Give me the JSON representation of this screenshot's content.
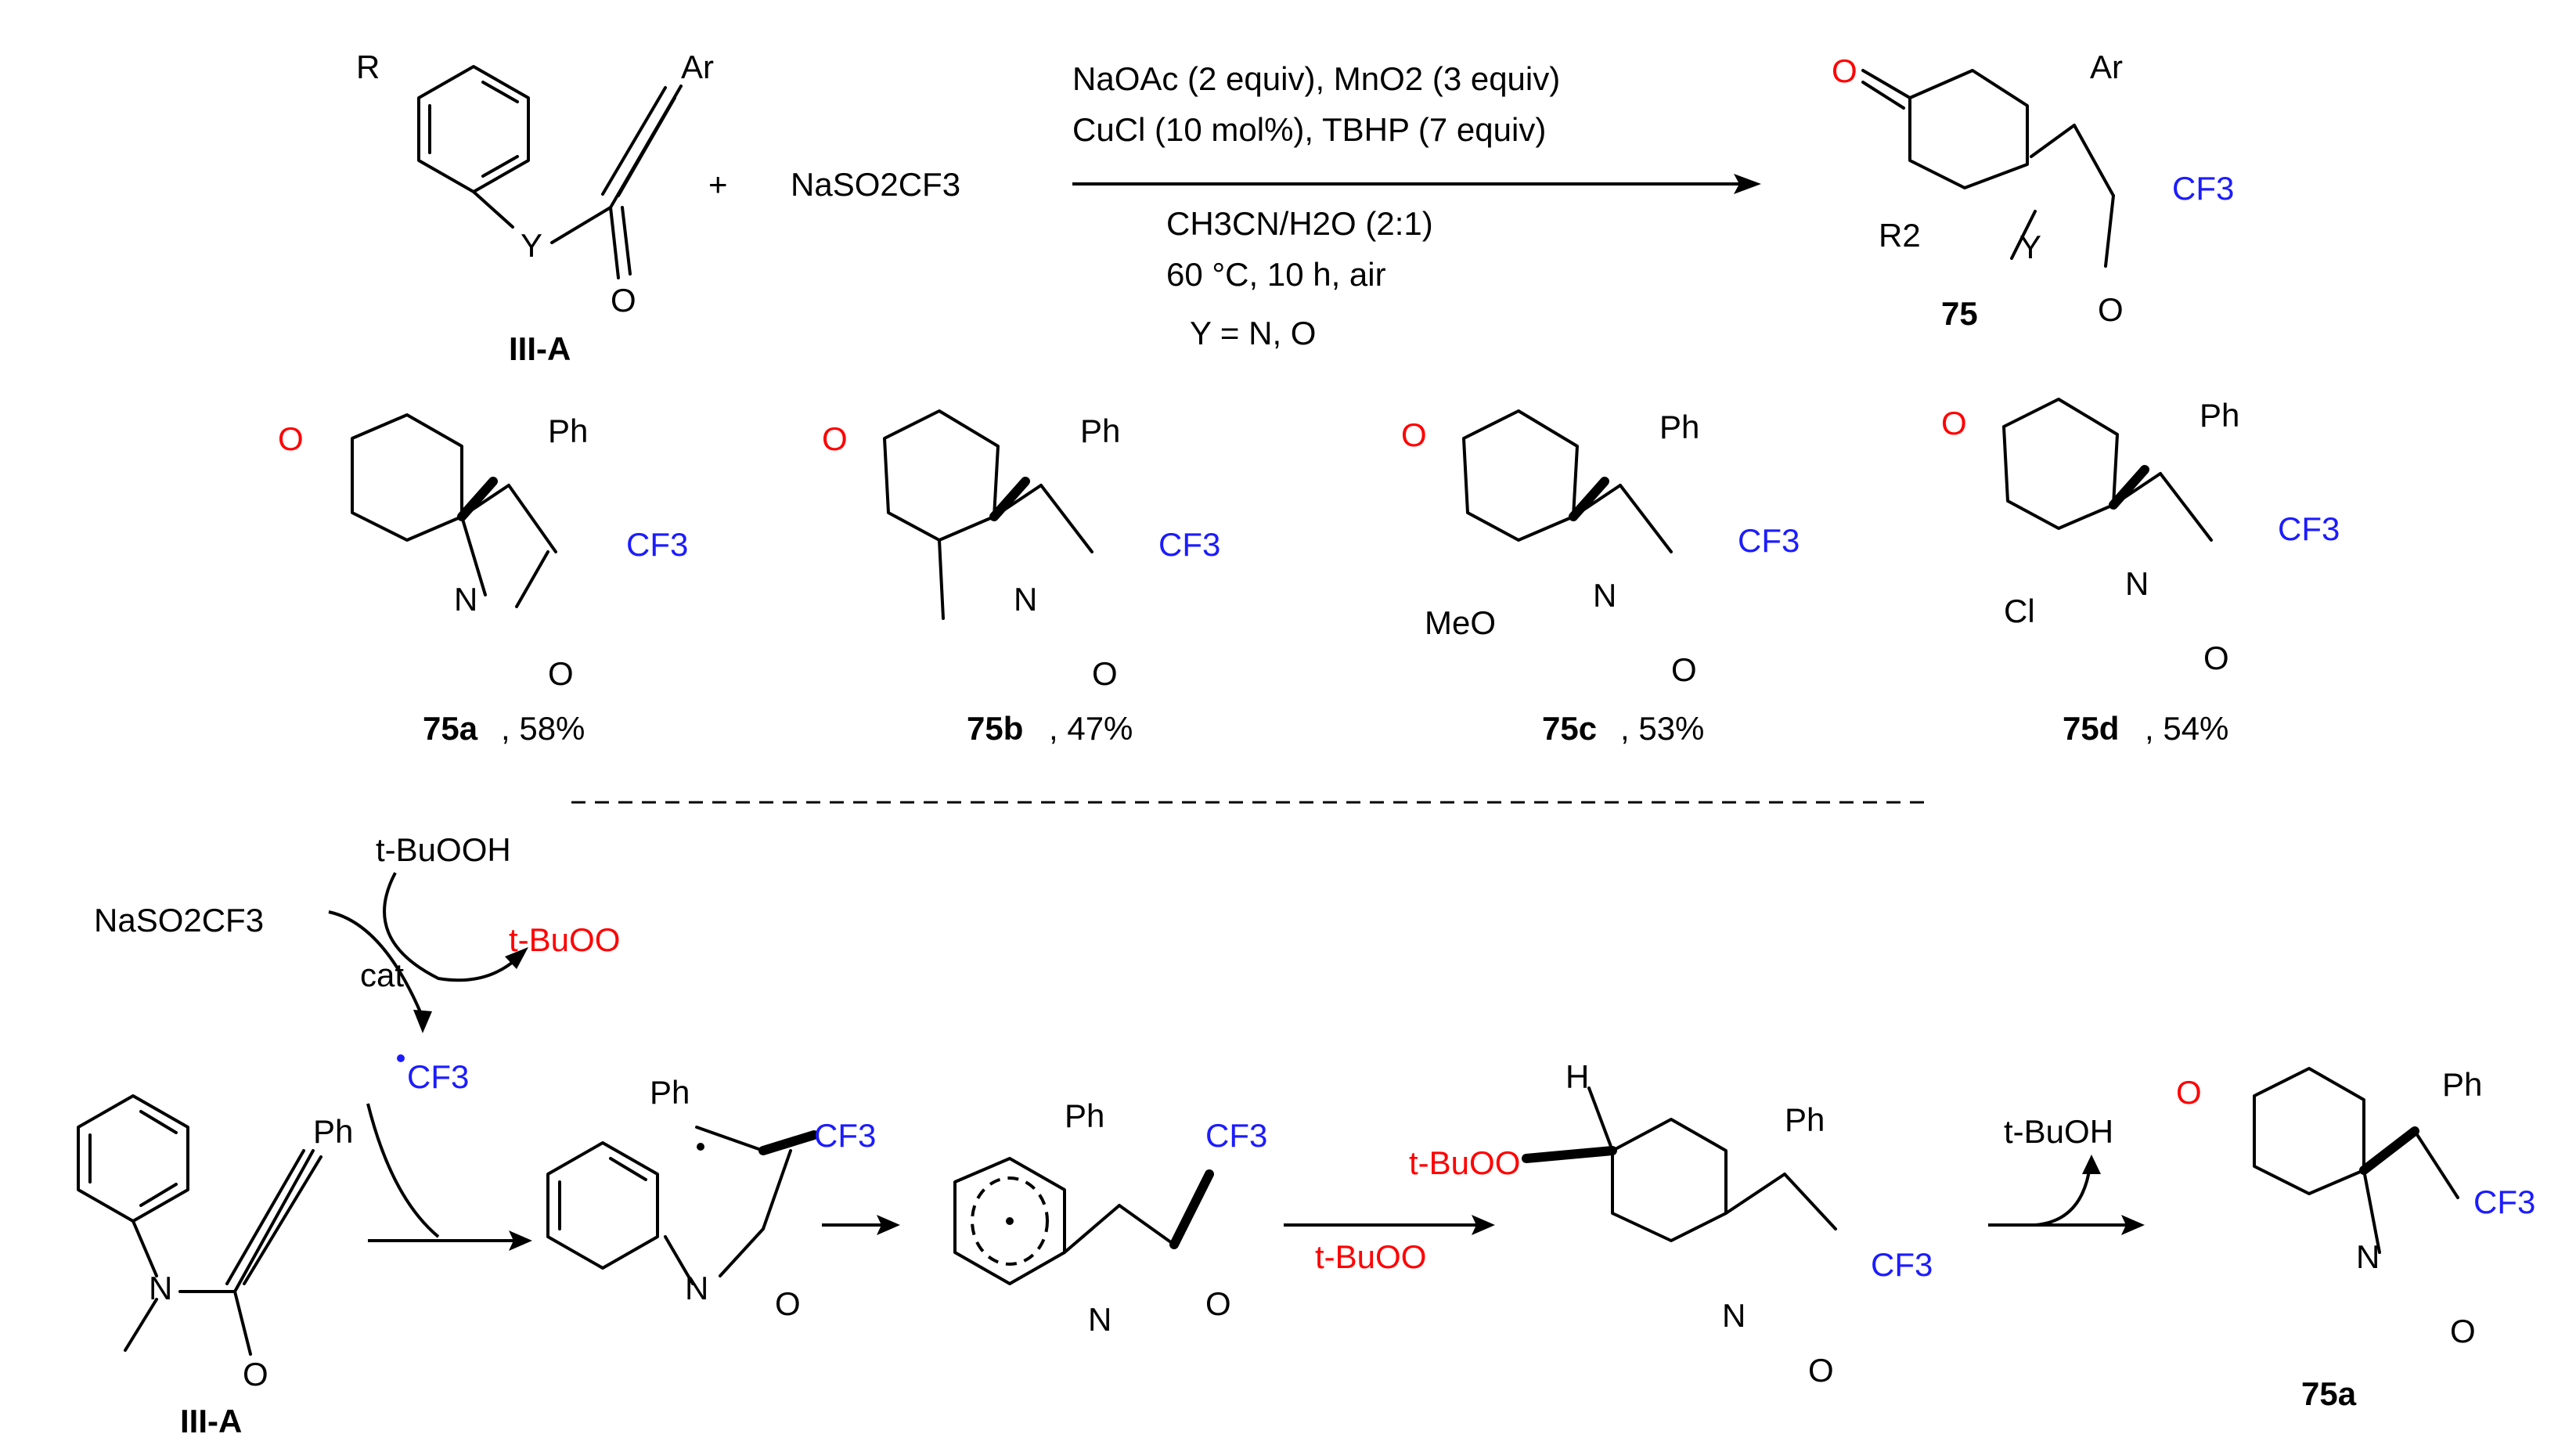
{
  "general": {
    "reagent": "NaSO2CF3",
    "plus": "+",
    "cond1": "NaOAc (2 equiv), MnO2 (3 equiv)",
    "cond2": "CuCl (10 mol%), TBHP (7 equiv)",
    "cond3": "CH3CN/H2O (2:1)",
    "cond4": "60 °C, 10 h, air",
    "cond5": "Y = N, O",
    "substrate_label": "III-A",
    "product_label": "75",
    "r": "R",
    "r2": "R2",
    "ar": "Ar",
    "y": "Y",
    "o": "O",
    "cf3": "CF3"
  },
  "examples": [
    {
      "id": "75a",
      "yield": ", 58%",
      "sub": ""
    },
    {
      "id": "75b",
      "yield": ", 47%",
      "sub": ""
    },
    {
      "id": "75c",
      "yield": ", 53%",
      "sub": "MeO"
    },
    {
      "id": "75d",
      "yield": ", 54%",
      "sub": "Cl"
    }
  ],
  "mechanism": {
    "tbuooh": "t-BuOOH",
    "tbuoo": "t-BuOO",
    "cat": "cat",
    "cf3_radical": "CF3",
    "ph": "Ph",
    "n": "N",
    "h": "H",
    "tbuoh": "t-BuOH",
    "substrate_label": "III-A",
    "product_label": "75a"
  }
}
